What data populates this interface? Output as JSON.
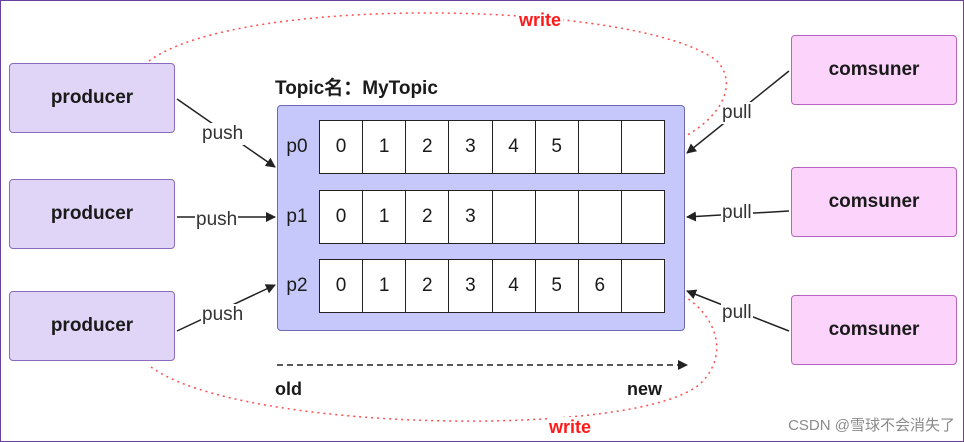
{
  "topic": {
    "title": "Topic名：MyTopic",
    "partitions": [
      {
        "label": "p0",
        "messages": [
          "0",
          "1",
          "2",
          "3",
          "4",
          "5",
          "",
          ""
        ]
      },
      {
        "label": "p1",
        "messages": [
          "0",
          "1",
          "2",
          "3",
          "",
          "",
          "",
          ""
        ]
      },
      {
        "label": "p2",
        "messages": [
          "0",
          "1",
          "2",
          "3",
          "4",
          "5",
          "6",
          ""
        ]
      }
    ]
  },
  "producers": [
    "producer",
    "producer",
    "producer"
  ],
  "consumers": [
    "comsuner",
    "comsuner",
    "comsuner"
  ],
  "edges": {
    "push": [
      "push",
      "push",
      "push"
    ],
    "pull": [
      "pull",
      "pull",
      "pull"
    ],
    "write_top": "write",
    "write_bottom": "write"
  },
  "axis": {
    "old": "old",
    "new": "new"
  },
  "watermark": "CSDN @雪球不会消失了",
  "colors": {
    "producer_fill": "#e1d5f7",
    "consumer_fill": "#fbd3fb",
    "topic_fill": "#c6c8fb",
    "write_arrow": "#ff3333"
  }
}
